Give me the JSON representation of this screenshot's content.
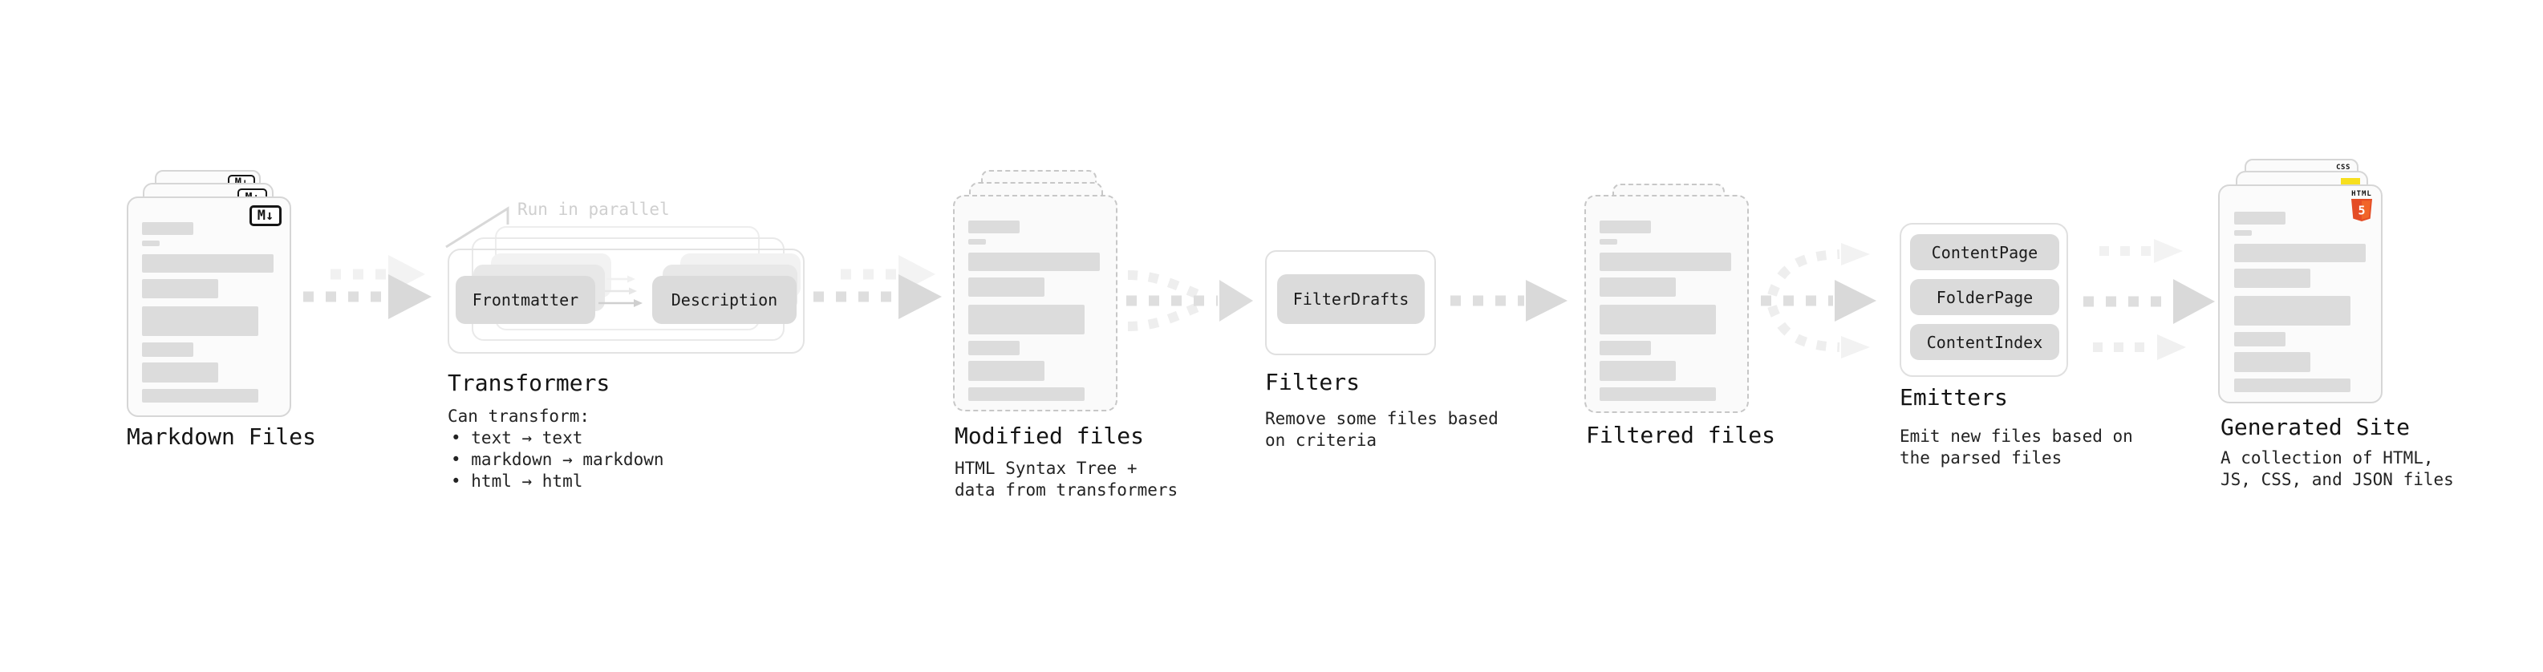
{
  "pipeline": {
    "markdown_files": {
      "label": "Markdown Files",
      "badge": "M↓"
    },
    "transformers": {
      "title": "Transformers",
      "annotation": "Run in parallel",
      "input_box": "Frontmatter",
      "output_box": "Description",
      "desc_title": "Can transform:",
      "bullets": [
        "• text → text",
        "• markdown → markdown",
        "• html → html"
      ]
    },
    "modified_files": {
      "label": "Modified files",
      "desc": "HTML Syntax Tree +\ndata from transformers"
    },
    "filters": {
      "title": "Filters",
      "box": "FilterDrafts",
      "desc": "Remove some files based\non criteria"
    },
    "filtered_files": {
      "label": "Filtered files"
    },
    "emitters": {
      "title": "Emitters",
      "boxes": [
        "ContentPage",
        "FolderPage",
        "ContentIndex"
      ],
      "desc": "Emit new files based on\nthe parsed files"
    },
    "generated_site": {
      "label": "Generated Site",
      "desc": "A collection of HTML,\nJS, CSS, and JSON files",
      "html5_badge_label": "HTML",
      "html5_badge_number": "5",
      "css_badge_label": "CSS"
    }
  },
  "colors": {
    "html5_orange": "#e44d26",
    "html5_orange_light": "#f16529",
    "js_yellow": "#f7df1e",
    "css_blue": "#2965f1",
    "arrow_gray": "#d9d9d9",
    "box_gray": "#dbdbdb"
  }
}
